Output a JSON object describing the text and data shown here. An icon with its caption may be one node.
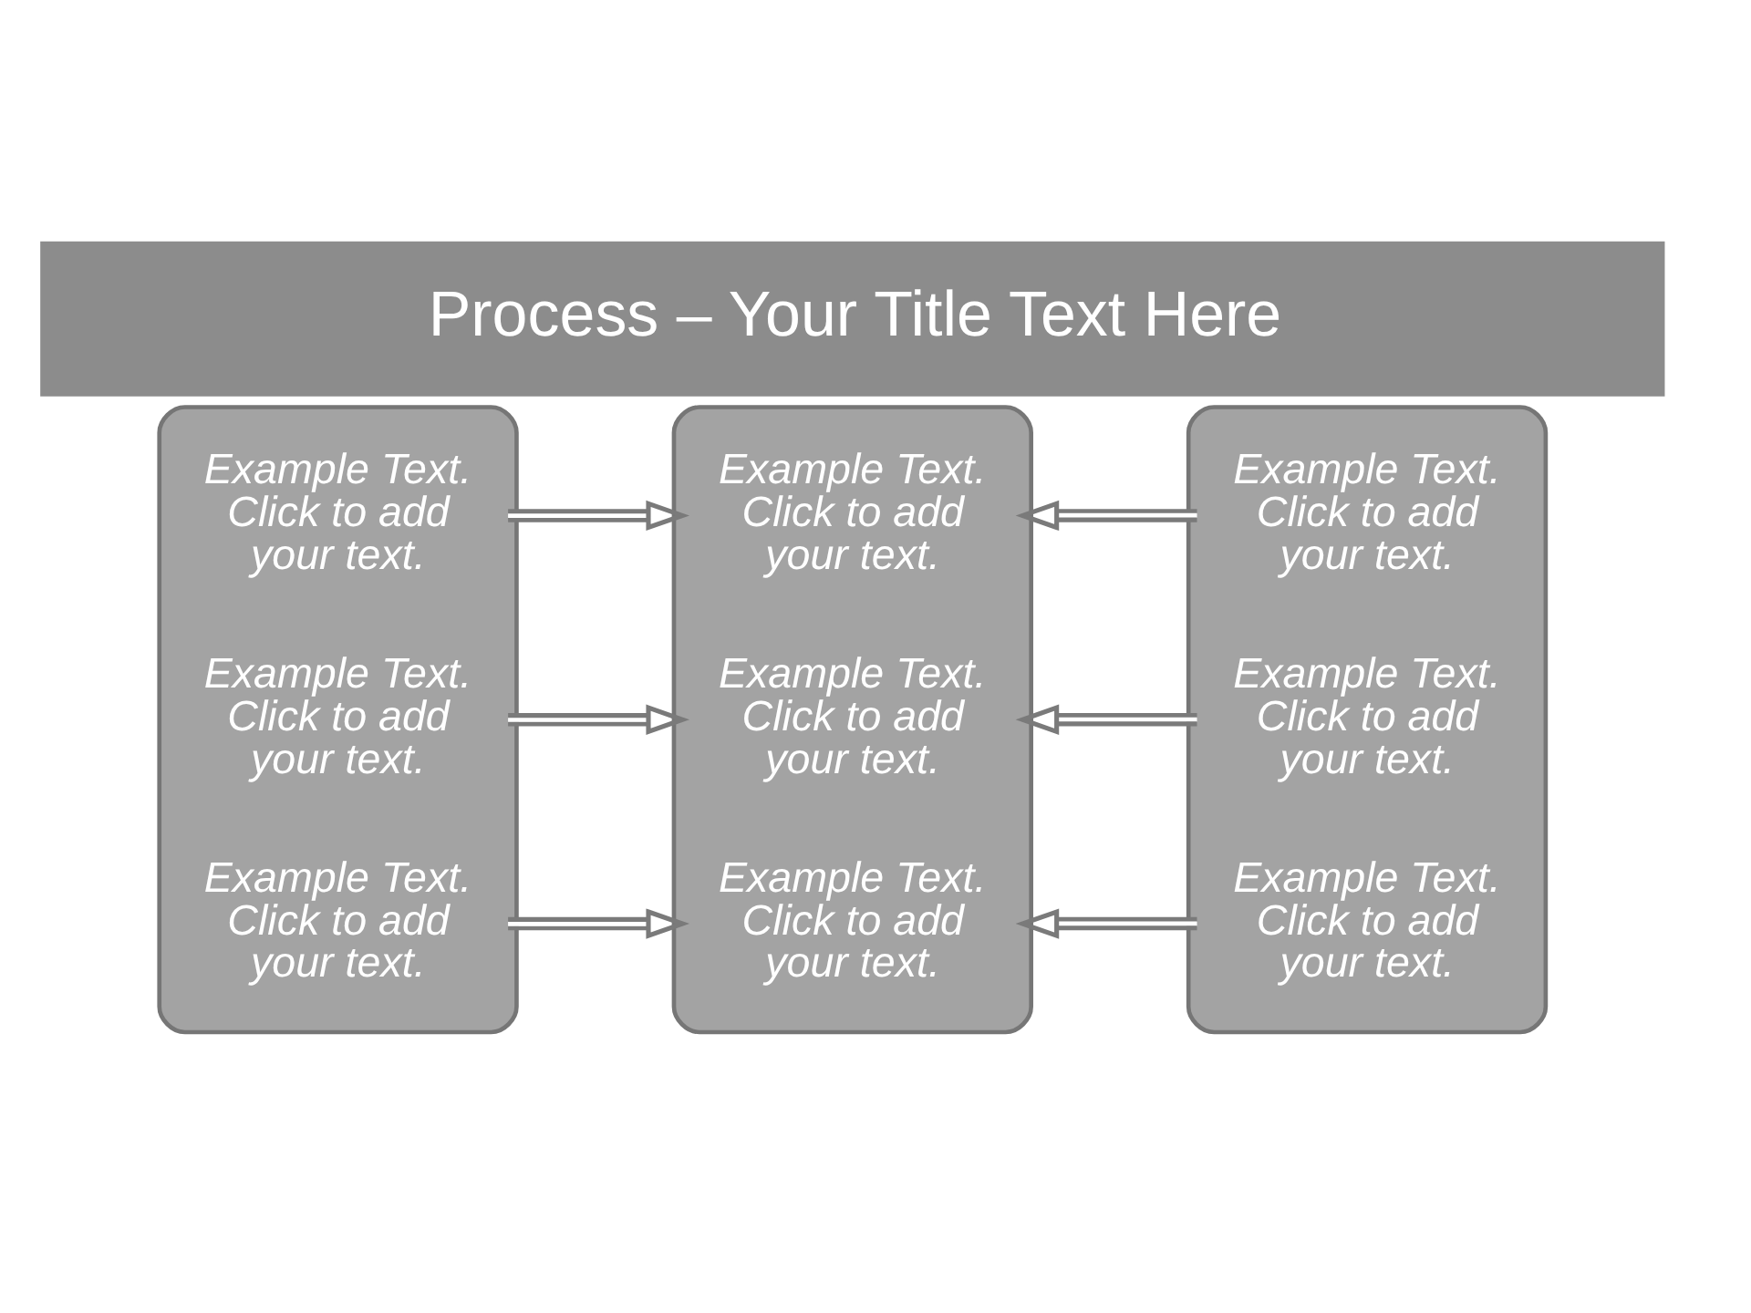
{
  "diagram": {
    "title": "Process – Your Title Text Here",
    "nodes": [
      {
        "text": [
          "Example Text. Click to add your text.",
          "Example Text. Click to add your text.",
          "Example Text. Click to add your text."
        ]
      },
      {
        "text": [
          "Example Text. Click to add your text.",
          "Example Text. Click to add your text.",
          "Example Text. Click to add your text."
        ]
      },
      {
        "text": [
          "Example Text. Click to add your text.",
          "Example Text. Click to add your text.",
          "Example Text. Click to add your text."
        ]
      }
    ],
    "edges": [
      {
        "from": 0,
        "to": 1,
        "arrow": "to"
      },
      {
        "from": 0,
        "to": 1,
        "arrow": "to"
      },
      {
        "from": 0,
        "to": 1,
        "arrow": "to"
      },
      {
        "from": 2,
        "to": 1,
        "arrow": "to"
      },
      {
        "from": 2,
        "to": 1,
        "arrow": "to"
      },
      {
        "from": 2,
        "to": 1,
        "arrow": "to"
      }
    ]
  }
}
